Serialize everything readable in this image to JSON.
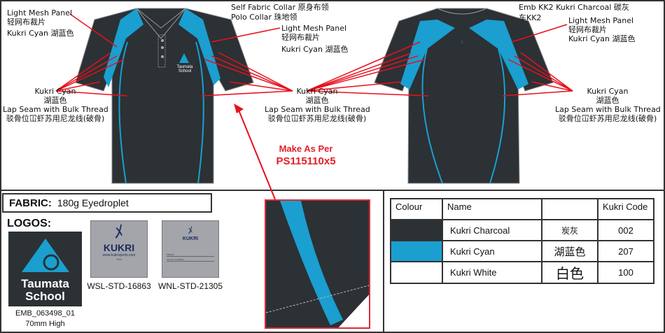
{
  "front": {
    "collar1": "Self Fabric Collar  原身布领",
    "collar2": "Polo Collar  珠地领",
    "mesh_left": [
      "Light Mesh Panel",
      "轻网布裁片",
      "Kukri Cyan  湖蓝色"
    ],
    "mesh_right": [
      "Light Mesh Panel",
      "轻网布裁片",
      "Kukri Cyan  湖蓝色"
    ],
    "seam_left": [
      "Kukri Cyan",
      "湖蓝色",
      "Lap Seam with Bulk Thread",
      "驳骨位冚虾苏用尼龙线(破骨)"
    ],
    "seam_right": [
      "Kukri Cyan",
      "湖蓝色",
      "Lap Seam with Bulk Thread",
      "驳骨位冚虾苏用尼龙线(破骨)"
    ],
    "chest_logo": [
      "Taumata",
      "School"
    ]
  },
  "back": {
    "emb1": "Emb KK2  Kukri Charcoal  碳灰",
    "emb2": "车KK2",
    "mesh": [
      "Light Mesh Panel",
      "轻网布裁片",
      "Kukri Cyan  湖蓝色"
    ],
    "seam": [
      "Kukri Cyan",
      "湖蓝色",
      "Lap Seam with Bulk Thread",
      "驳骨位冚虾苏用尼龙线(破骨)"
    ]
  },
  "make_as_per": [
    "Make As Per",
    "PS115110x5"
  ],
  "fabric": {
    "label": "FABRIC:",
    "value": "180g Eyedroplet"
  },
  "logos": {
    "title": "LOGOS:",
    "items": [
      {
        "text": [
          "Taumata",
          "School"
        ],
        "code": "EMB_063498_01",
        "note": "70mm High"
      },
      {
        "text": [
          "KUKRI",
          "www.kukrisports.com",
          "Size"
        ],
        "code": "WSL-STD-16863"
      },
      {
        "text": [
          "KUKRI",
          "Name",
          "SQUAD NUMBER"
        ],
        "code": "WNL-STD-21305"
      }
    ]
  },
  "colour_table": {
    "headers": [
      "Colour",
      "Name",
      "",
      "Kukri Code"
    ],
    "rows": [
      {
        "swatch": "#2b3135",
        "name": "Kukri Charcoal",
        "cn": "炭灰",
        "code": "002"
      },
      {
        "swatch": "#1a9fd0",
        "name": "Kukri Cyan",
        "cn": "湖蓝色",
        "code": "207"
      },
      {
        "swatch": "#ffffff",
        "name": "Kukri White",
        "cn": "白色",
        "code": "100"
      }
    ]
  },
  "colors": {
    "charcoal": "#2b3135",
    "cyan": "#1a9fd0",
    "annotation": "#e8101c"
  }
}
